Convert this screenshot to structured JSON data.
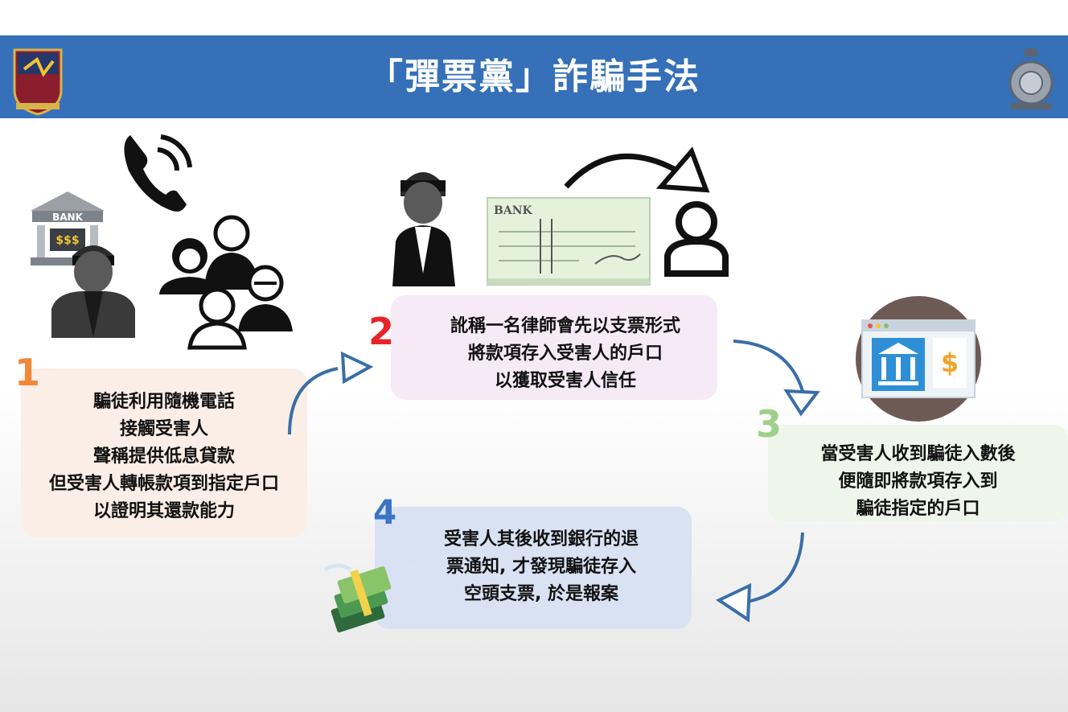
{
  "header": {
    "title": "「彈票黨」詐騙手法"
  },
  "steps": [
    {
      "number": "1",
      "lines": [
        "騙徒利用隨機電話",
        "接觸受害人",
        "聲稱提供低息貸款",
        "但受害人轉帳款項到指定戶口",
        "以證明其還款能力"
      ]
    },
    {
      "number": "2",
      "lines": [
        "訛稱一名律師會先以支票形式",
        "將款項存入受害人的戶口",
        "以獲取受害人信任"
      ]
    },
    {
      "number": "3",
      "lines": [
        "當受害人收到騙徒入數後",
        "便隨即將款項存入到",
        "騙徒指定的戶口"
      ]
    },
    {
      "number": "4",
      "lines": [
        "受害人其後收到銀行的退",
        "票通知, 才發現騙徒存入",
        "空頭支票, 於是報案"
      ]
    }
  ],
  "illustrations": {
    "bank_sign": "BANK",
    "bank_cash": "$$$",
    "cheque_bank": "BANK",
    "atm_currency": "$"
  },
  "icons": [
    "college-crest-icon",
    "police-crest-icon",
    "phone-ringing-icon",
    "bank-building-icon",
    "masked-thief-icon",
    "crowd-people-icon",
    "masked-lawyer-icon",
    "cheque-icon",
    "person-outline-icon",
    "online-bank-icon",
    "flying-money-icon",
    "curved-arrow-icon"
  ],
  "colors": {
    "header": "#3570b8",
    "step1": "#f0883a",
    "step2": "#e8242a",
    "step3": "#9ed08a",
    "step4": "#3b73c6",
    "arrow": "#3a6ea8"
  }
}
